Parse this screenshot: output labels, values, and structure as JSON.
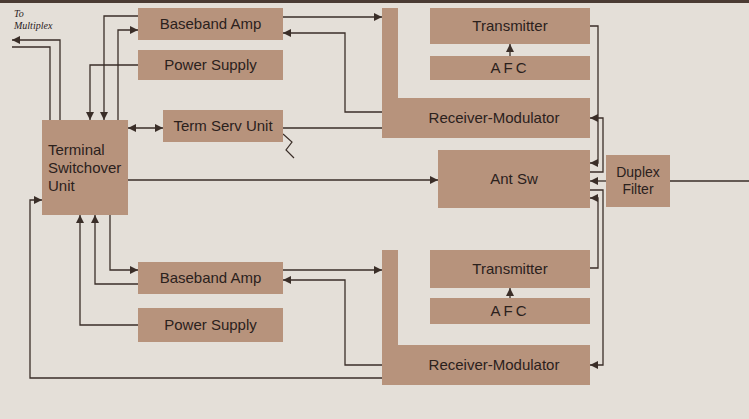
{
  "diagram": {
    "nodes": [
      {
        "text": [
          "Baseband Amp"
        ]
      },
      {
        "text": [
          "Power Supply"
        ]
      },
      {
        "text": [
          "Terminal Switchover Unit"
        ]
      },
      {
        "text": [
          "Term Serv Unit"
        ]
      },
      {
        "text": [
          "Baseband Amp"
        ]
      },
      {
        "text": [
          "Power Supply"
        ]
      },
      {
        "text": [
          "Transmitter"
        ]
      },
      {
        "text": [
          "AFC"
        ]
      },
      {
        "text": [
          "Receiver-Modulator"
        ]
      },
      {
        "text": [
          "Ant Sw"
        ]
      },
      {
        "text": [
          "Duplex Filter"
        ]
      },
      {
        "text": [
          "Transmitter"
        ]
      },
      {
        "text": [
          "AFC"
        ]
      },
      {
        "text": [
          "Receiver-Modulator"
        ]
      }
    ],
    "edges": [
      {
        "from": 2,
        "to": 0,
        "arrow": "to"
      },
      {
        "from": 0,
        "to": 2,
        "arrow": "to"
      },
      {
        "from": 1,
        "to": 2,
        "arrow": "to"
      },
      {
        "from": 2,
        "to": 3,
        "arrow": "both"
      },
      {
        "from": 3,
        "to": 8,
        "arrow": "none"
      },
      {
        "from": 8,
        "to": 0,
        "arrow": "to"
      },
      {
        "from": 0,
        "to": 8,
        "arrow": "to"
      },
      {
        "from": 7,
        "to": 6,
        "arrow": "to"
      },
      {
        "from": 6,
        "to": 9,
        "arrow": "to"
      },
      {
        "from": 9,
        "to": 8,
        "arrow": "to"
      },
      {
        "from": 10,
        "to": 9,
        "arrow": "to"
      },
      {
        "from": 2,
        "to": 9,
        "arrow": "to"
      },
      {
        "from": 2,
        "to": 4,
        "arrow": "to"
      },
      {
        "from": 4,
        "to": 2,
        "arrow": "to"
      },
      {
        "from": 5,
        "to": 2,
        "arrow": "to"
      },
      {
        "from": 13,
        "to": 4,
        "arrow": "to"
      },
      {
        "from": 4,
        "to": 13,
        "arrow": "to"
      },
      {
        "from": 12,
        "to": 11,
        "arrow": "to"
      },
      {
        "from": 11,
        "to": 9,
        "arrow": "to"
      },
      {
        "from": 9,
        "to": 13,
        "arrow": "to"
      },
      {
        "from": 13,
        "to": 2,
        "arrow": "to"
      }
    ],
    "labels": [
      "To Multiplex"
    ]
  }
}
